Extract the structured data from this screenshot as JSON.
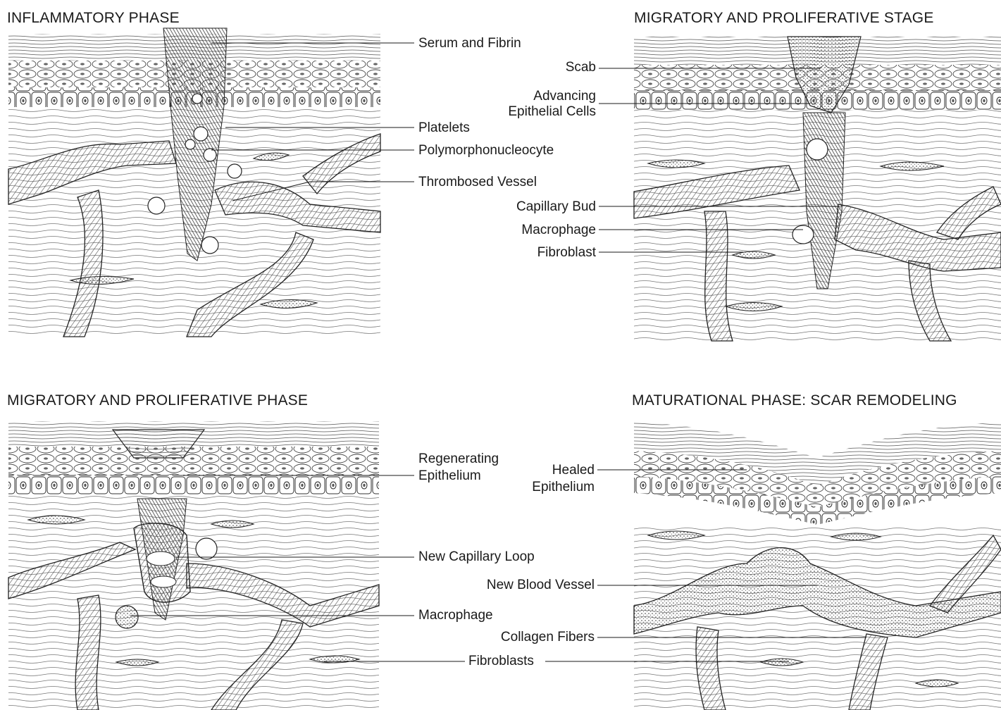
{
  "panels": [
    {
      "title": "INFLAMMATORY PHASE",
      "labels": [
        "Serum and Fibrin",
        "Platelets",
        "Polymorphonucleocyte",
        "Thrombosed Vessel"
      ]
    },
    {
      "title": "MIGRATORY AND PROLIFERATIVE STAGE",
      "labels": [
        "Scab",
        "Advancing",
        "Epithelial Cells",
        "Capillary Bud",
        "Macrophage",
        "Fibroblast"
      ]
    },
    {
      "title": "MIGRATORY AND PROLIFERATIVE PHASE",
      "labels": [
        "Regenerating",
        "Epithelium",
        "New Capillary Loop",
        "Macrophage",
        "Fibroblasts"
      ]
    },
    {
      "title": "MATURATIONAL PHASE: SCAR REMODELING",
      "labels": [
        "Healed",
        "Epithelium",
        "New Blood Vessel",
        "Collagen Fibers"
      ]
    }
  ],
  "colors": {
    "ink": "#1a1a1a",
    "shade": "#9a9a9a",
    "paper": "#ffffff"
  }
}
